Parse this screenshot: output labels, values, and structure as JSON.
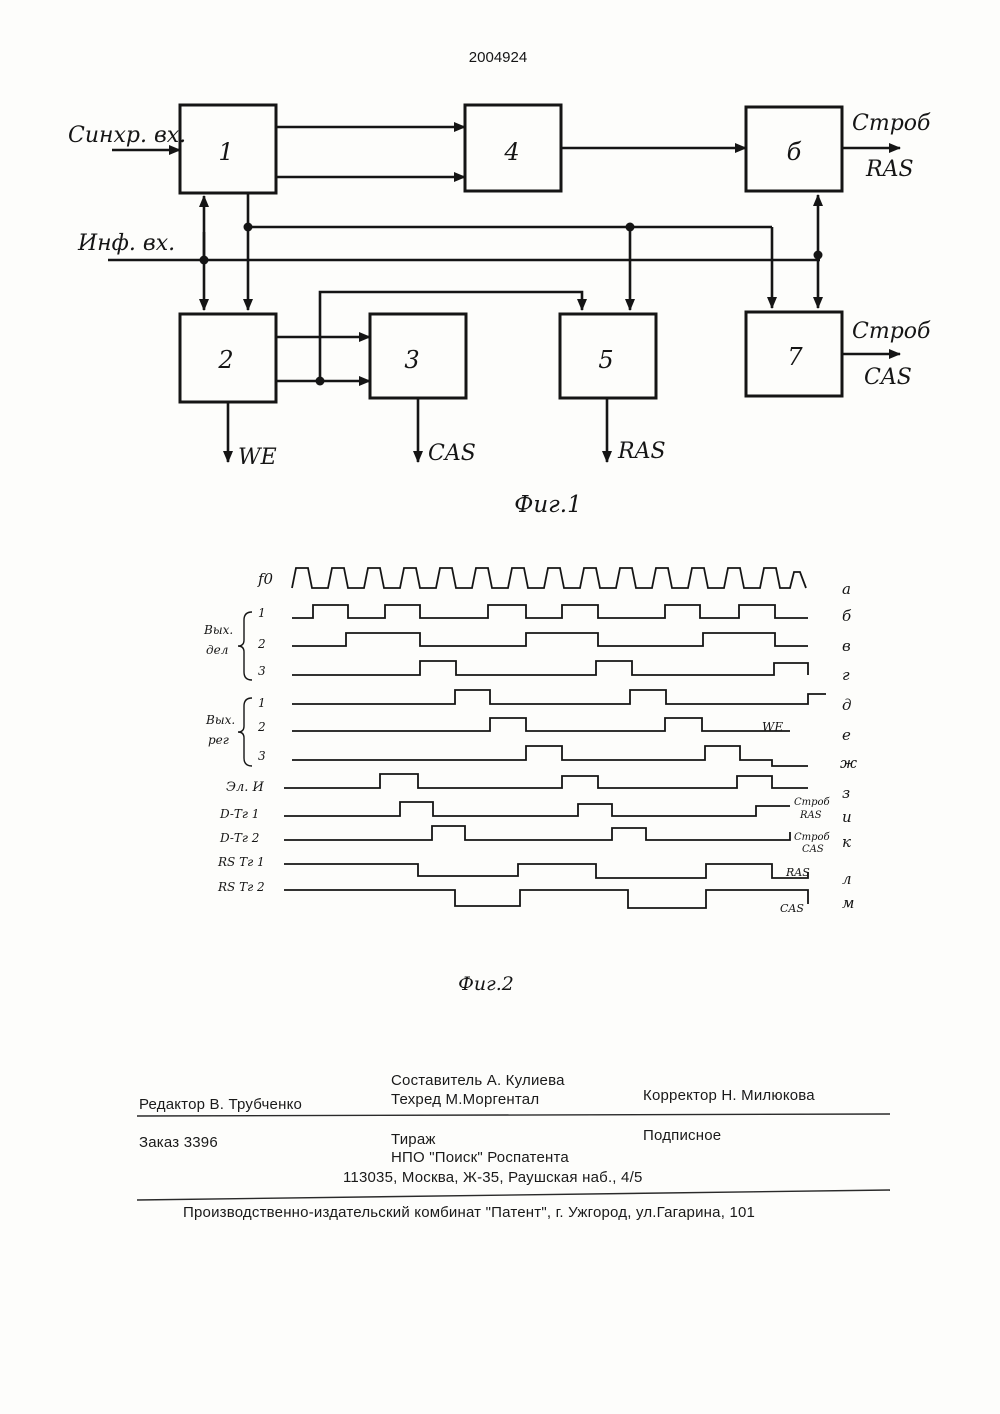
{
  "patent_number": "2004924",
  "fig1": {
    "caption": "Фиг.1",
    "blocks": [
      "1",
      "2",
      "3",
      "4",
      "5",
      "б",
      "7"
    ],
    "signals": {
      "sync_in": "Синхр. вх.",
      "info_in": "Инф. вх.",
      "strobe_ras_1": "Строб",
      "strobe_ras_2": "RAS",
      "strobe_cas_1": "Строб",
      "strobe_cas_2": "CAS",
      "we": "WE",
      "cas": "CAS",
      "ras": "RAS"
    }
  },
  "fig2": {
    "caption": "Фиг.2",
    "f0": "f0",
    "group_div": [
      "Вых.",
      "дел"
    ],
    "group_reg": [
      "Вых.",
      "рег"
    ],
    "nums": [
      "1",
      "2",
      "3",
      "1",
      "2",
      "3"
    ],
    "row_labels": [
      "Эл. И",
      "D-Тг 1",
      "D-Тг 2",
      "RS Тг 1",
      "RS Тг 2"
    ],
    "letters": [
      "а",
      "б",
      "в",
      "г",
      "д",
      "е",
      "ж",
      "з",
      "и",
      "к",
      "л",
      "м"
    ],
    "notes": {
      "we": "WE",
      "strobe_ras_1": "Строб",
      "strobe_ras_2": "RAS",
      "strobe_cas_1": "Строб",
      "strobe_cas_2": "CAS",
      "ras": "RAS",
      "cas": "CAS"
    }
  },
  "footer": {
    "composer": "Составитель А. Кулиева",
    "editor": "Редактор В. Трубченко",
    "techred": "Техред М.Моргентал",
    "corrector": "Корректор Н. Милюкова",
    "order": "Заказ 3396",
    "circulation": "Тираж",
    "subscription": "Подписное",
    "npo": "НПО \"Поиск\" Роспатента",
    "address": "113035, Москва, Ж-35, Раушская наб., 4/5",
    "plant": "Производственно-издательский комбинат \"Патент\", г. Ужгород, ул.Гагарина, 101"
  }
}
